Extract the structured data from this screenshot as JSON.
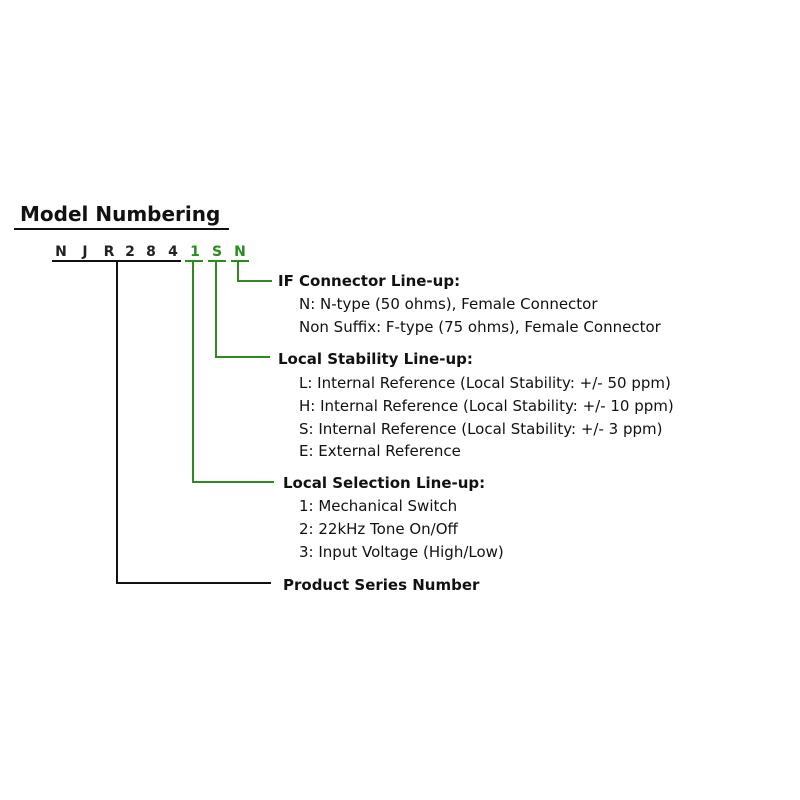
{
  "title": "Model Numbering",
  "model": {
    "prefix_chars": [
      "N",
      "J",
      "R",
      "2",
      "8",
      "4"
    ],
    "variable_chars": [
      "1",
      "S",
      "N"
    ],
    "accent_color": "#2a8c1e"
  },
  "sections": {
    "if_connector": {
      "heading": "IF Connector Line-up:",
      "items": [
        "N: N-type (50 ohms), Female Connector",
        "Non Suffix: F-type (75 ohms), Female Connector"
      ]
    },
    "local_stability": {
      "heading": "Local Stability Line-up:",
      "items": [
        "L: Internal Reference (Local Stability:  +/- 50 ppm)",
        "H: Internal Reference (Local Stability:  +/- 10 ppm)",
        "S: Internal Reference (Local Stability:  +/- 3 ppm)",
        "E: External Reference"
      ]
    },
    "local_selection": {
      "heading": "Local Selection Line-up:",
      "items": [
        "1: Mechanical Switch",
        "2: 22kHz Tone On/Off",
        "3: Input Voltage (High/Low)"
      ]
    },
    "product_series": {
      "heading": "Product Series Number"
    }
  }
}
